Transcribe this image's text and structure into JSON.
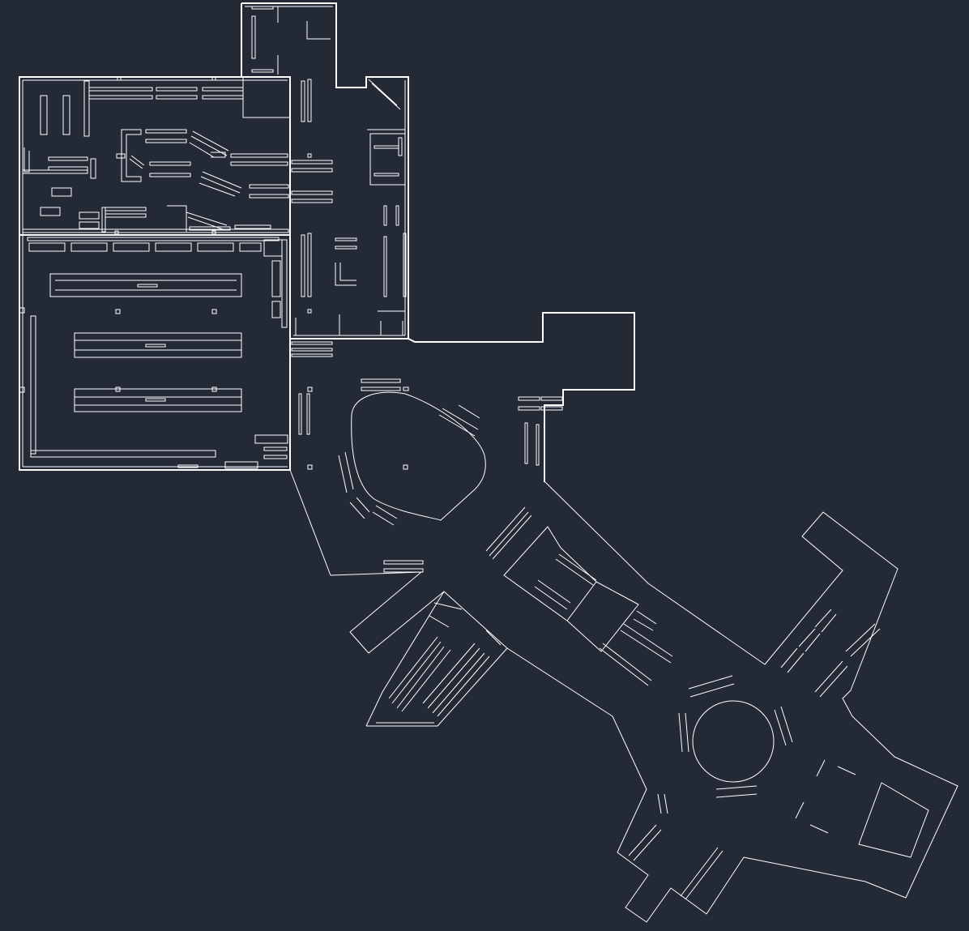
{
  "canvas": {
    "background": "#232935",
    "line_color": "#ffffff"
  },
  "regions": [
    "store-floorplan",
    "corridor-network",
    "roundabout-plaza"
  ]
}
